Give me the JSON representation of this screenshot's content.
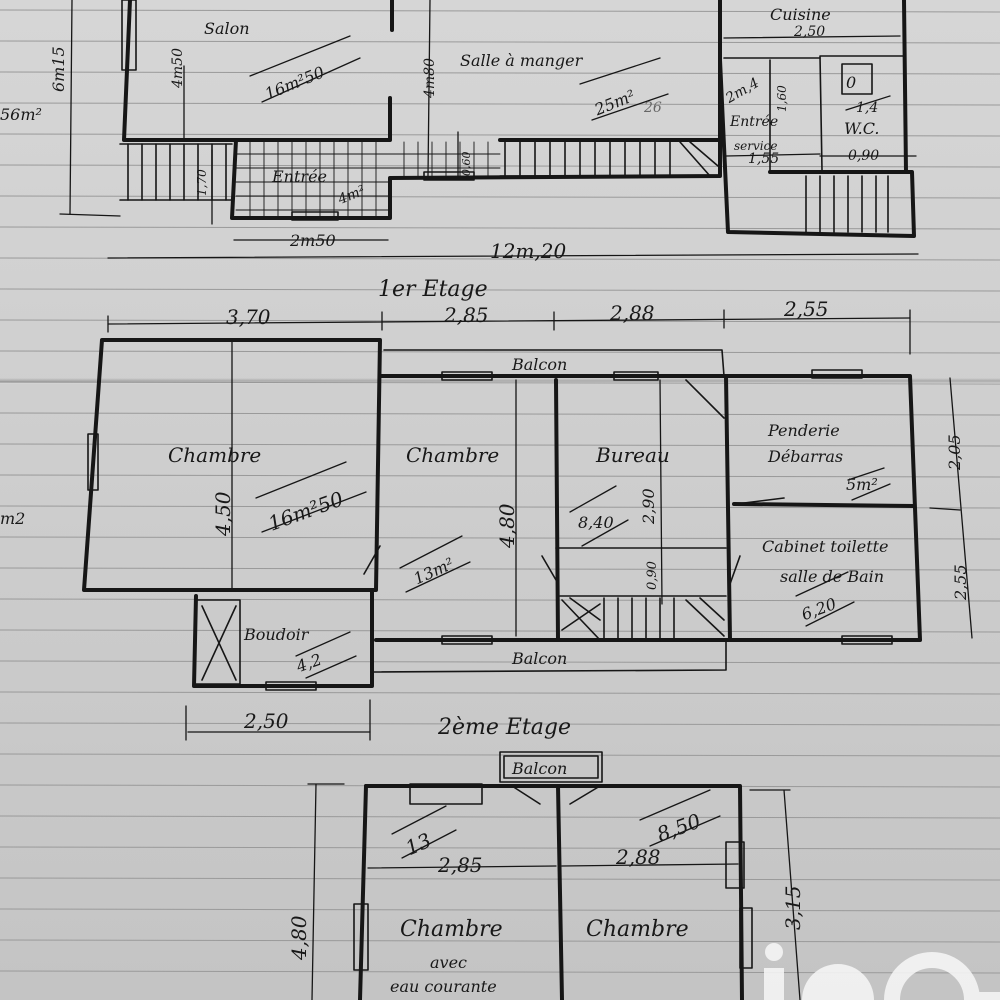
{
  "ground": {
    "rooms": {
      "salon": "Salon",
      "salon_area": "16m²50",
      "salon_height": "4m50",
      "salle": "Salle à manger",
      "salle_area": "25m²",
      "salle_area_pencil": "26",
      "salle_height": "4m80",
      "entree": "Entrée",
      "entree_area": "4m²",
      "cuisine": "Cuisine",
      "cuisine_w": "2,50",
      "entree_service": "Entrée",
      "service": "service",
      "service_w": "1,55",
      "service_area": "2m,4",
      "service_h": "1,60",
      "wc": "W.C.",
      "wc_area": "1,4",
      "wc_w": "0,90",
      "wc_box": "0"
    },
    "dims": {
      "left_total": "6m15",
      "left_area": "56m²",
      "stair_h": "1,70",
      "entree_w": "2m50",
      "step_h": "0,60",
      "total_w": "12m,20"
    }
  },
  "floor1": {
    "title": "1er Etage",
    "dims": {
      "d1": "3,70",
      "d2": "2,85",
      "d3": "2,88",
      "d4": "2,55",
      "d5": "2,50",
      "r1": "2,05",
      "r2": "2,55"
    },
    "rooms": {
      "balcon_top": "Balcon",
      "balcon_bottom": "Balcon",
      "chambre1": "Chambre",
      "chambre1_area": "16m²50",
      "chambre1_h": "4,50",
      "chambre2": "Chambre",
      "chambre2_area": "13m²",
      "chambre2_h": "4,80",
      "bureau": "Bureau",
      "bureau_area": "8,40",
      "bureau_h": "2,90",
      "bureau_step": "0,90",
      "penderie": "Penderie",
      "debarras": "Débarras",
      "debarras_area": "5m²",
      "cabinet": "Cabinet toilette",
      "salle_bain": "salle de Bain",
      "bain_area": "6,20",
      "boudoir": "Boudoir",
      "boudoir_area": "4,2",
      "left_edge": "m2"
    }
  },
  "floor2": {
    "title": "2ème Etage",
    "rooms": {
      "balcon": "Balcon",
      "area1": "13",
      "w1": "2,85",
      "chambre1": "Chambre",
      "avec": "avec",
      "eau": "eau courante",
      "area2": "8,50",
      "w2": "2,88",
      "chambre2": "Chambre",
      "h_left": "4,80",
      "h_right": "3,15"
    }
  }
}
